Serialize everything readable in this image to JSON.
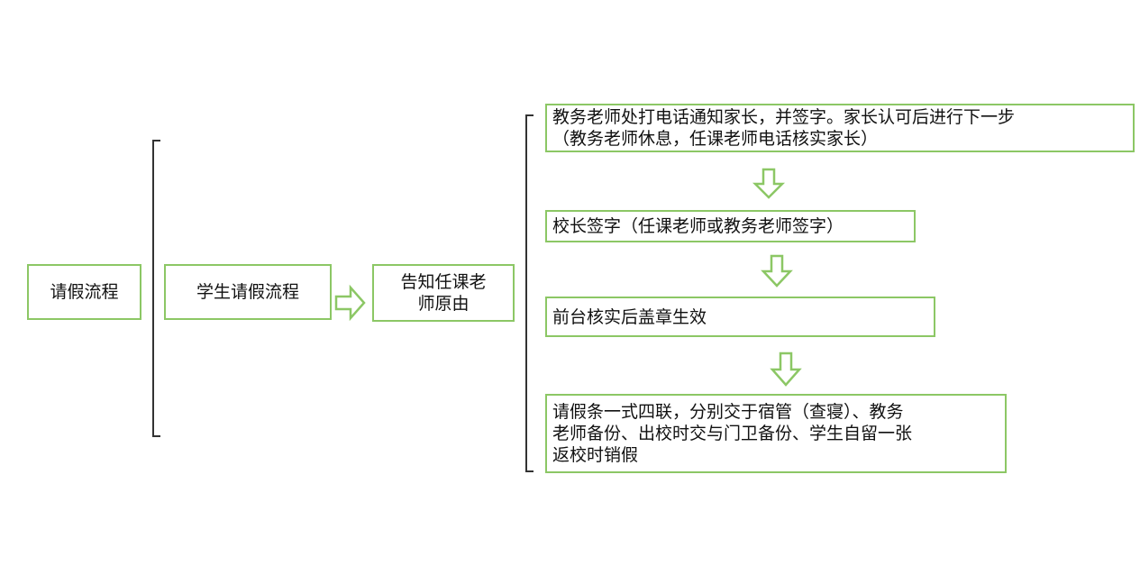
{
  "diagram": {
    "root": "请假流程",
    "level1": "学生请假流程",
    "level2": [
      "告知任课老",
      "师原由"
    ],
    "steps": {
      "s1": [
        "教务老师处打电话通知家长，并签字。家长认可后进行下一步",
        "（教务老师休息，任课老师电话核实家长）"
      ],
      "s2": "校长签字（任课老师或教务老师签字）",
      "s3": "前台核实后盖章生效",
      "s4": [
        "请假条一式四联，分别交于宿管（查寝）、教务",
        "老师备份、出校时交与门卫备份、学生自留一张",
        "返校时销假"
      ]
    },
    "colors": {
      "border": "#8cc765",
      "bracket": "#333333"
    }
  }
}
